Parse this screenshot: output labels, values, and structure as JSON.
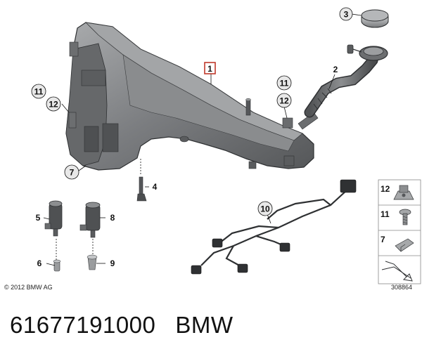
{
  "diagram": {
    "callouts": {
      "c1": "1",
      "c2": "2",
      "c3": "3",
      "c4": "4",
      "c5": "5",
      "c6": "6",
      "c7": "7",
      "c8": "8",
      "c9": "9",
      "c10": "10",
      "c11a": "11",
      "c12a": "12",
      "c11b": "11",
      "c12b": "12",
      "legend12": "12",
      "legend11": "11",
      "legend7": "7"
    },
    "copyright": "© 2012 BMW AG",
    "diagram_number": "308864",
    "highlighted_callout": "1"
  },
  "caption": {
    "part_number": "61677191000",
    "brand": "BMW"
  },
  "colors": {
    "highlight": "#c0392b",
    "part_fill": "#7d7f81",
    "part_dark": "#4a4c4e",
    "part_light": "#b9bbbd"
  }
}
